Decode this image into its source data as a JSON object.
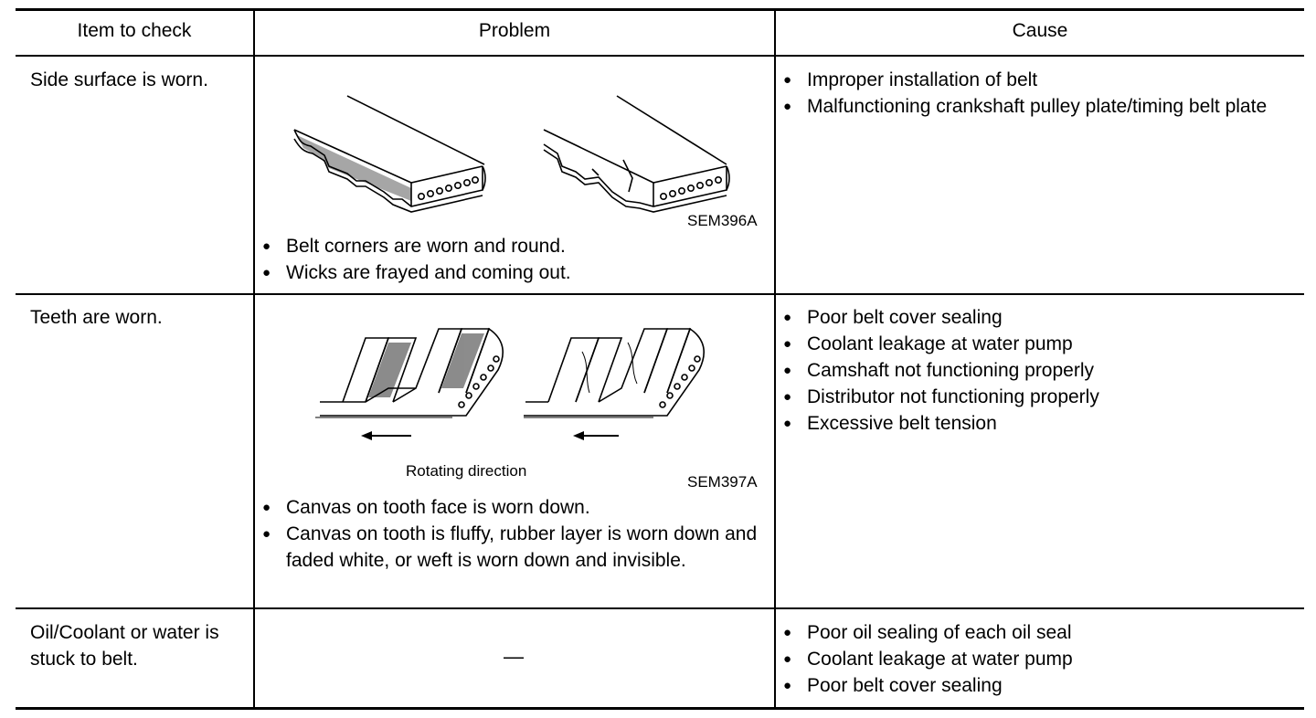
{
  "header": {
    "col1": "Item to check",
    "col2": "Problem",
    "col3": "Cause"
  },
  "rows": [
    {
      "item": "Side surface is worn.",
      "figure_code": "SEM396A",
      "problems": [
        "Belt corners are worn and round.",
        "Wicks are frayed and coming out."
      ],
      "causes": [
        "Improper installation of belt",
        "Malfunctioning crankshaft pulley plate/timing belt plate"
      ]
    },
    {
      "item": "Teeth are worn.",
      "figure_code": "SEM397A",
      "figure_caption": "Rotating direction",
      "problems": [
        "Canvas on tooth face is worn down.",
        "Canvas on tooth is fluffy, rubber layer is worn down and faded white, or weft is worn down and invisible."
      ],
      "causes": [
        "Poor belt cover sealing",
        "Coolant leakage at water pump",
        "Camshaft not functioning properly",
        "Distributor not functioning properly",
        "Excessive belt tension"
      ]
    },
    {
      "item": "Oil/Coolant or water is stuck to belt.",
      "problem_text": "—",
      "causes": [
        "Poor oil sealing of each oil seal",
        "Coolant leakage at water pump",
        "Poor belt cover sealing"
      ]
    }
  ]
}
